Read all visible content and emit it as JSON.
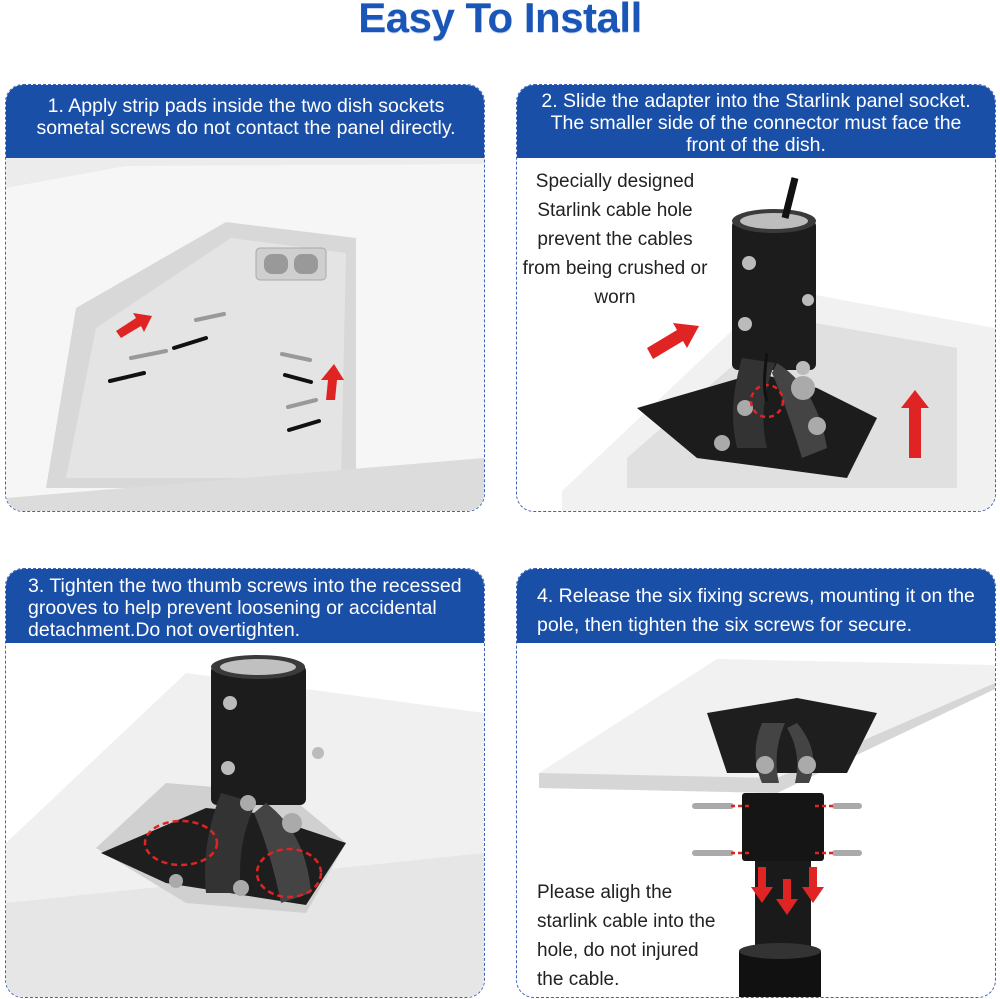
{
  "title": "Easy To Install",
  "steps": [
    {
      "text": "1. Apply strip pads inside the two dish sockets sometal screws do not contact the panel directly."
    },
    {
      "text": "2. Slide the adapter into the Starlink panel socket. The smaller side of the connector must face the front of the dish.",
      "note": "Specially designed Starlink cable hole prevent the cables from being crushed or worn"
    },
    {
      "text": "3. Tighten the two thumb screws into the recessed grooves to help prevent loosening or accidental detachment.Do not overtighten."
    },
    {
      "text": "4. Release the six fixing screws, mounting it on the pole, then tighten the six screws for secure.",
      "note": "Please aligh the starlink cable into the hole, do not injured the cable."
    }
  ],
  "colors": {
    "brand": "#1a4fa8",
    "title": "#1a56b8",
    "arrow": "#e02424",
    "metal": "#1c1c1c",
    "panel": "#f2f2f2"
  },
  "icons": [
    "arrow-up-icon",
    "arrow-down-icon",
    "circle-highlight-icon"
  ]
}
